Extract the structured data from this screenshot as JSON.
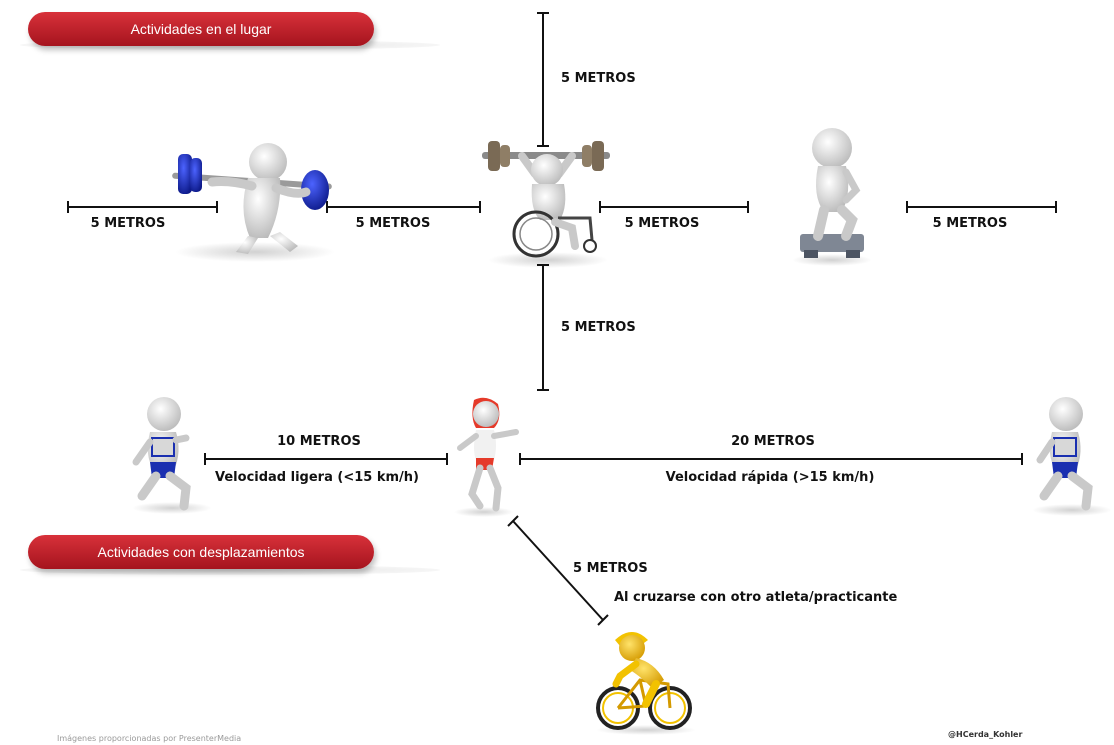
{
  "banners": {
    "top": "Actividades en el lugar",
    "bottom": "Actividades con desplazamientos"
  },
  "distances": {
    "top_vertical": "5 METROS",
    "bottom_vertical": "5 METROS",
    "far_left": "5 METROS",
    "mid_left": "5 METROS",
    "mid_right": "5 METROS",
    "far_right": "5 METROS",
    "run_left": "10 METROS",
    "run_right": "20 METROS",
    "diagonal": "5 METROS"
  },
  "notes": {
    "slow_speed": "Velocidad ligera (<15 km/h)",
    "fast_speed": "Velocidad rápida (>15 km/h)",
    "crossing": "Al cruzarse con otro atleta/practicante"
  },
  "footer": {
    "credit": "Imágenes proporcionadas  por PresenterMedia",
    "handle": "@HCerda_Kohler"
  },
  "colors": {
    "banner": "#c41e2a",
    "plates": "#1a2fb0",
    "runner": "#e53a2a",
    "cyclist": "#f2c200"
  }
}
